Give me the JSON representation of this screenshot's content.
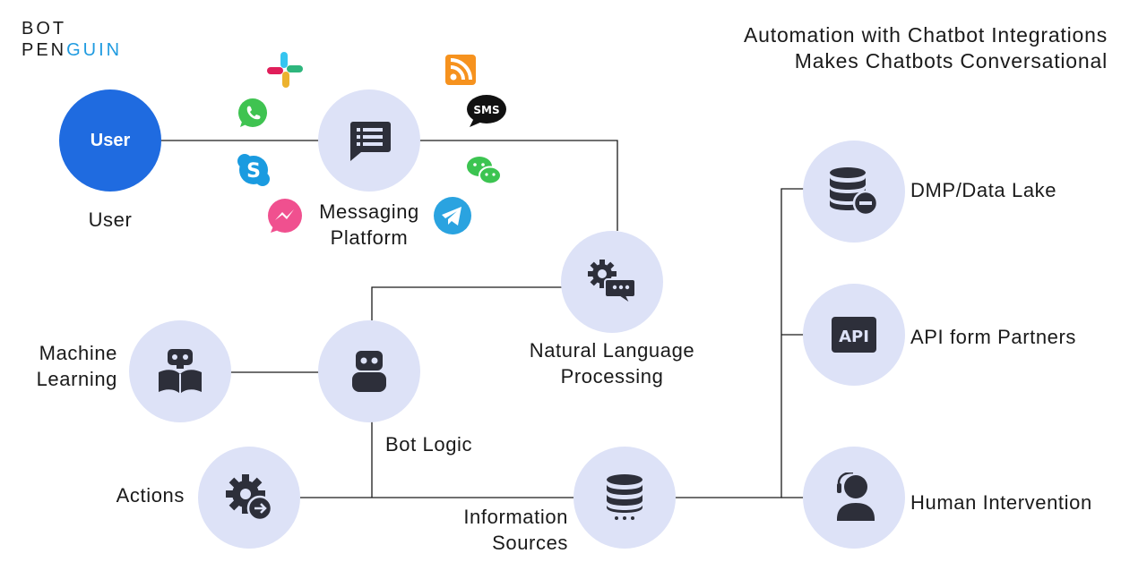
{
  "logo": {
    "line1_a": "B",
    "line1_o": "O",
    "line1_b": "T",
    "line2_a": "PEN",
    "line2_b": "GUIN"
  },
  "title": {
    "line1": "Automation with Chatbot Integrations",
    "line2": "Makes Chatbots Conversational"
  },
  "nodes": {
    "user": {
      "circle_text": "User",
      "label": "User"
    },
    "messaging": {
      "label_line1": "Messaging",
      "label_line2": "Platform"
    },
    "nlp": {
      "label_line1": "Natural Language",
      "label_line2": "Processing"
    },
    "bot_logic": {
      "label": "Bot Logic"
    },
    "machine_learning": {
      "label_line1": "Machine",
      "label_line2": "Learning"
    },
    "actions": {
      "label": "Actions"
    },
    "info_sources": {
      "label_line1": "Information",
      "label_line2": "Sources"
    },
    "dmp": {
      "label": "DMP/Data Lake"
    },
    "api": {
      "label": "API form Partners",
      "icon_text": "API"
    },
    "human": {
      "label": "Human Intervention"
    }
  },
  "apps": {
    "sms_text": "SMS"
  },
  "colors": {
    "accent": "#1f6be0",
    "node_bg": "#dde2f7",
    "icon": "#2d2f3a",
    "line": "#1a1a1a"
  }
}
